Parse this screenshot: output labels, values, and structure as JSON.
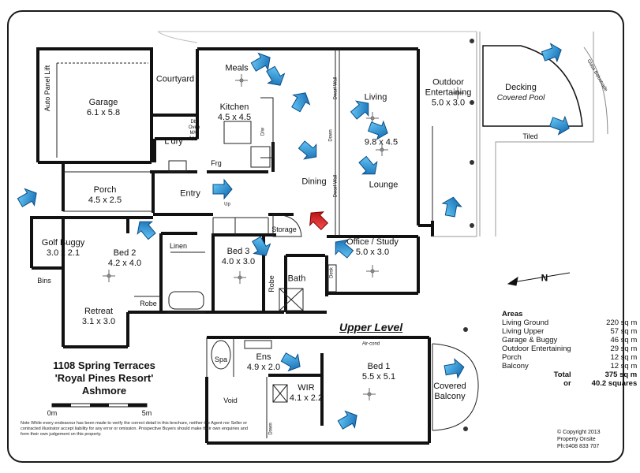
{
  "rooms": {
    "garage": {
      "name": "Garage",
      "dim": "6.1 x 5.8"
    },
    "auto_panel": {
      "name": "Auto Panel Lift"
    },
    "courtyard": {
      "name": "Courtyard"
    },
    "meals": {
      "name": "Meals"
    },
    "kitchen": {
      "name": "Kitchen",
      "dim": "4.5 x 4.5"
    },
    "living": {
      "name": "Living",
      "dim": "9.8 x 4.5"
    },
    "outdoor": {
      "name": "Outdoor\nEntertaining",
      "name1": "Outdoor",
      "name2": "Entertaining",
      "dim": "5.0 x 3.0"
    },
    "decking": {
      "name": "Decking",
      "sub": "Covered Pool"
    },
    "glass_balustrade": {
      "name": "Glass Balustrade"
    },
    "tiled": {
      "name": "Tiled"
    },
    "ldry": {
      "name": "L'dry"
    },
    "dbl_oven": {
      "l1": "Dbl",
      "l2": "Oven",
      "l3": "M/w",
      "l4": "Appl."
    },
    "frg": {
      "name": "Frg"
    },
    "dw": {
      "name": "D/w"
    },
    "dining": {
      "name": "Dining"
    },
    "lounge": {
      "name": "Lounge"
    },
    "down": {
      "name": "Down"
    },
    "dwarf_wall_1": {
      "name": "Dwarf Wall"
    },
    "dwarf_wall_2": {
      "name": "Dwarf Wall"
    },
    "porch": {
      "name": "Porch",
      "dim": "4.5 x 2.5"
    },
    "entry": {
      "name": "Entry"
    },
    "up": {
      "name": "Up"
    },
    "storage": {
      "name": "Storage"
    },
    "golf_buggy": {
      "name": "Golf Buggy",
      "dim": "3.0 x 2.1"
    },
    "bed2": {
      "name": "Bed 2",
      "dim": "4.2 x 4.0"
    },
    "linen": {
      "name": "Linen"
    },
    "bed3": {
      "name": "Bed 3",
      "dim": "4.0 x 3.0"
    },
    "robe1": {
      "name": "Robe"
    },
    "bath": {
      "name": "Bath"
    },
    "desk": {
      "name": "Desk"
    },
    "office": {
      "name": "Office /  Study",
      "dim": "5.0 x 3.0"
    },
    "bins": {
      "name": "Bins"
    },
    "retreat": {
      "name": "Retreat",
      "dim": "3.1 x 3.0"
    },
    "robe2": {
      "name": "Robe"
    },
    "spa": {
      "name": "Spa"
    },
    "ens": {
      "name": "Ens",
      "dim": "4.9 x 2.0"
    },
    "aircond": {
      "name": "Air-cond"
    },
    "bed1": {
      "name": "Bed 1",
      "dim": "5.5 x 5.1"
    },
    "covered_balcony": {
      "name1": "Covered",
      "name2": "Balcony"
    },
    "void": {
      "name": "Void"
    },
    "wir": {
      "name": "WIR",
      "dim": "4.1 x 2.2"
    },
    "down2": {
      "name": "Down"
    }
  },
  "title": {
    "line1": "1108 Spring Terraces",
    "line2": "'Royal Pines Resort'",
    "line3": "Ashmore"
  },
  "upper_level": "Upper Level",
  "scale": {
    "start": "0m",
    "end": "5m"
  },
  "areas": {
    "heading": "Areas",
    "rows": [
      {
        "label": "Living Ground",
        "value": "220 sq m"
      },
      {
        "label": "Living Upper",
        "value": "57 sq m"
      },
      {
        "label": "Garage & Buggy",
        "value": "46 sq m"
      },
      {
        "label": "Outdoor Entertaining",
        "value": "29 sq m"
      },
      {
        "label": "Porch",
        "value": "12 sq m"
      },
      {
        "label": "Balcony",
        "value": "12 sq m"
      }
    ],
    "total_label": "Total",
    "total_value": "375 sq m",
    "or_label": "or",
    "squares": "40.2 squares"
  },
  "note": "Note     While every endeavour has been made to verify the correct detail in this brochure, neither the Agent nor Seller or contracted illustrator accept liability for any error or omission. Prospective Buyers should make their own enquiries and form their own judgement on this property.",
  "copyright": {
    "line1": "© Copyright 2013",
    "line2": "Property Onsite",
    "line3": "Ph:0408 833 707"
  },
  "north": "N",
  "colors": {
    "arrow_blue": "#1f8fd6",
    "arrow_red": "#e01010",
    "wall": "#111111",
    "border": "#1a1a1a"
  },
  "camera_markers": [
    {
      "icon": "camera-arrow-icon",
      "color": "blue"
    },
    {
      "icon": "camera-arrow-icon",
      "color": "red"
    }
  ]
}
